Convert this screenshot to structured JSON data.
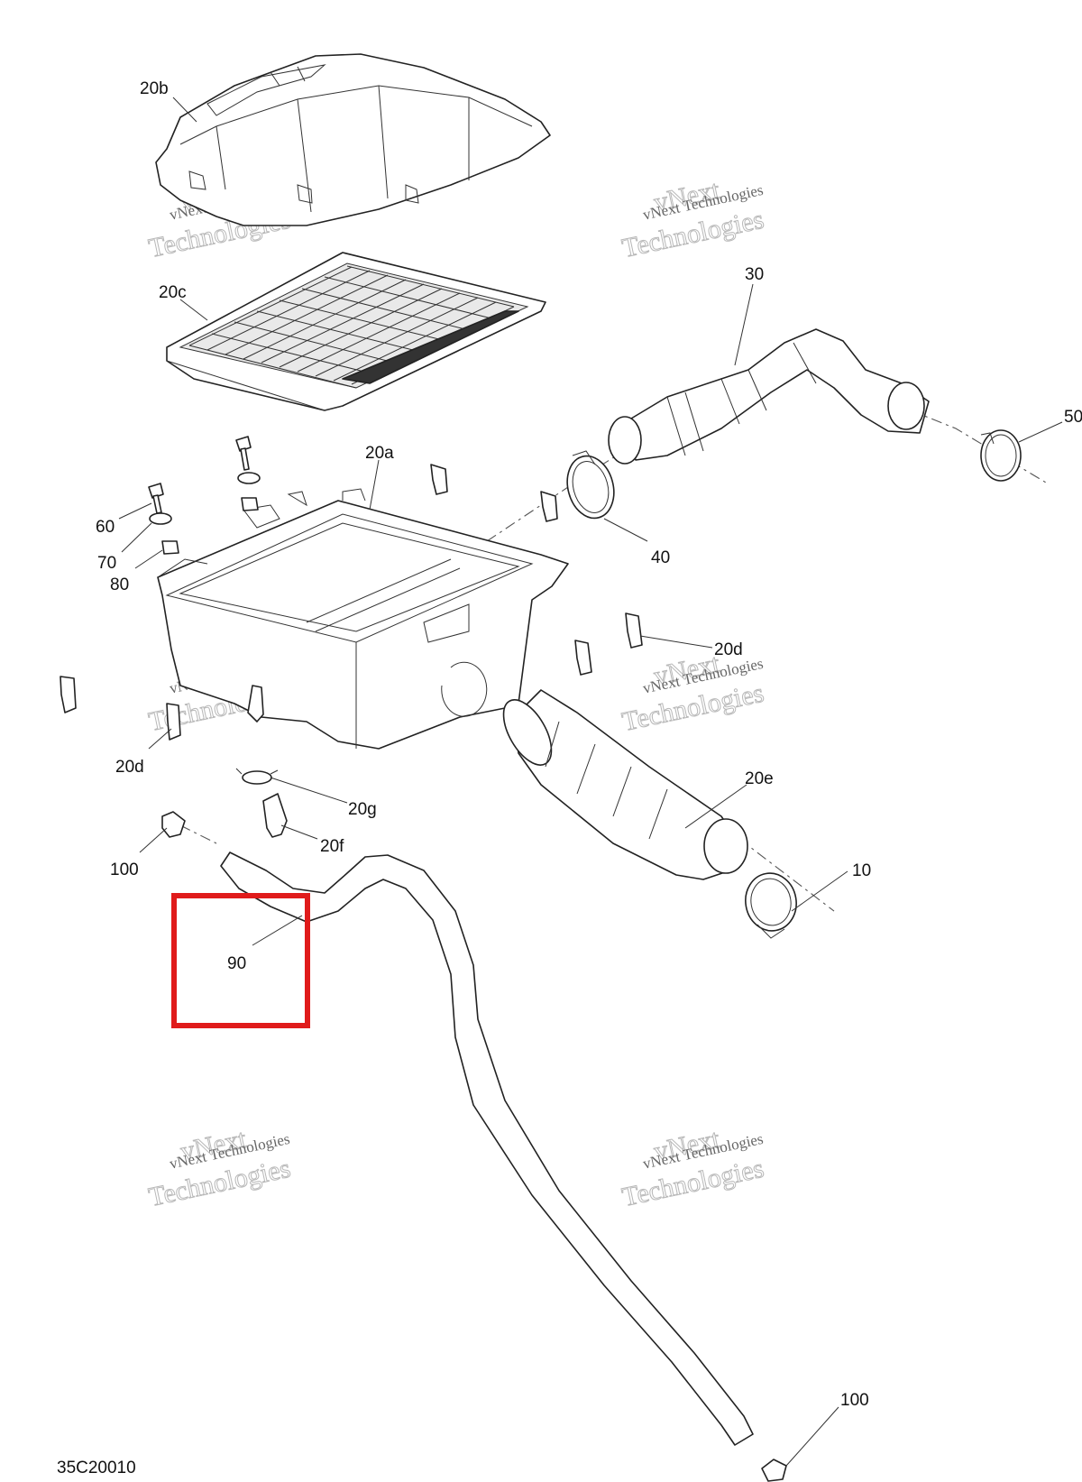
{
  "labels": {
    "l20b": "20b",
    "l20c": "20c",
    "l20a": "20a",
    "l30": "30",
    "l50": "50",
    "l40": "40",
    "l60": "60",
    "l70": "70",
    "l80": "80",
    "l20d_right": "20d",
    "l20d_left": "20d",
    "l20e": "20e",
    "l20g": "20g",
    "l20f": "20f",
    "l100_top": "100",
    "l10": "10",
    "l90": "90",
    "l100_bottom": "100"
  },
  "drawing_number": "35C20010",
  "watermark": {
    "line1": "vNext Technologies",
    "line2": "vNext",
    "line3": "Technologies"
  },
  "highlight_color": "#e01b1b"
}
